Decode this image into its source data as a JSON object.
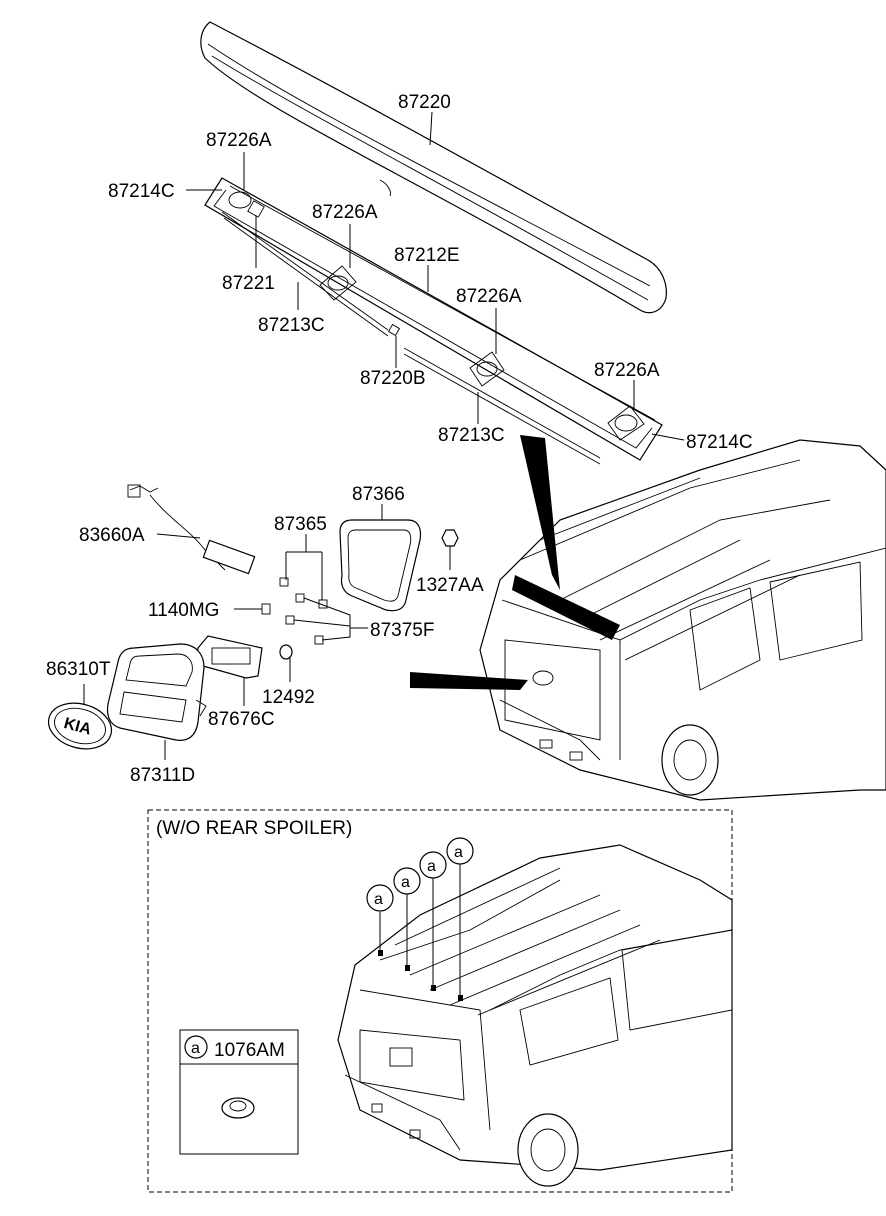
{
  "callouts": {
    "c87220": "87220",
    "c87226A_1": "87226A",
    "c87214C_1": "87214C",
    "c87226A_2": "87226A",
    "c87212E": "87212E",
    "c87221": "87221",
    "c87226A_3": "87226A",
    "c87213C_1": "87213C",
    "c87220B": "87220B",
    "c87226A_4": "87226A",
    "c87213C_2": "87213C",
    "c87214C_2": "87214C",
    "c87366": "87366",
    "c83660A": "83660A",
    "c87365": "87365",
    "c1327AA": "1327AA",
    "c1140MG": "1140MG",
    "c87375F": "87375F",
    "c86310T": "86310T",
    "c12492": "12492",
    "c87676C": "87676C",
    "c87311D": "87311D"
  },
  "emblem": {
    "text": "KIA"
  },
  "inset": {
    "title": "(W/O REAR SPOILER)",
    "marker": "a",
    "legend_marker": "a",
    "legend_part": "1076AM"
  }
}
